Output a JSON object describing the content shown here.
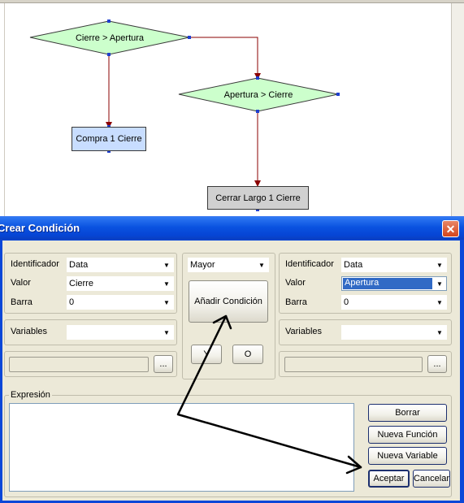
{
  "flowchart": {
    "nodes": {
      "cierre_apertura": "Cierre > Apertura",
      "apertura_cierre": "Apertura > Cierre",
      "compra": "Compra 1 Cierre",
      "cerrar_largo": "Cerrar Largo 1 Cierre"
    },
    "colors": {
      "condition": "#ccffcc",
      "buy": "#c8ddff",
      "close": "#d0d0d0",
      "edge": "#8b0000"
    }
  },
  "dialog": {
    "title": "Crear Condición",
    "left": {
      "identificador_label": "Identificador",
      "identificador_value": "Data",
      "valor_label": "Valor",
      "valor_value": "Cierre",
      "barra_label": "Barra",
      "barra_value": "0",
      "variables_label": "Variables",
      "variables_value": "",
      "dots": "..."
    },
    "center": {
      "operator_value": "Mayor",
      "add_condition": "Añadir Condición",
      "y_button": "Y",
      "o_button": "O"
    },
    "right": {
      "identificador_label": "Identificador",
      "identificador_value": "Data",
      "valor_label": "Valor",
      "valor_value": "Apertura",
      "barra_label": "Barra",
      "barra_value": "0",
      "variables_label": "Variables",
      "variables_value": "",
      "dots": "..."
    },
    "expression": {
      "label": "Expresión",
      "borrar": "Borrar",
      "nueva_funcion": "Nueva Función",
      "nueva_variable": "Nueva Variable",
      "aceptar": "Aceptar",
      "cancelar": "Cancelar"
    },
    "colors": {
      "titlebar": "#0a52e0",
      "selection": "#316ac5",
      "face": "#ece9d8"
    }
  }
}
